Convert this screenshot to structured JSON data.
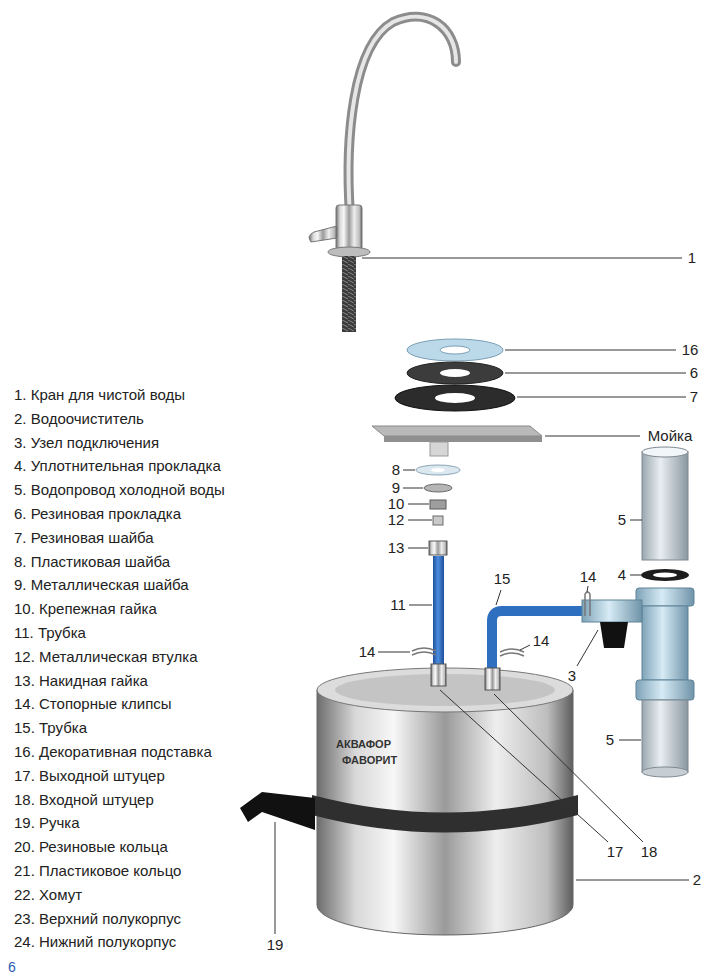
{
  "diagram": {
    "labels": [
      "1. Кран для чистой воды",
      "2. Водоочиститель",
      "3. Узел подключения",
      "4. Уплотнительная прокладка",
      "5. Водопровод холодной воды",
      "6. Резиновая прокладка",
      "7. Резиновая шайба",
      "8. Пластиковая шайба",
      "9. Металлическая шайба",
      "10. Крепежная гайка",
      "11. Трубка",
      "12. Металлическая втулка",
      "13. Накидная гайка",
      "14. Стопорные клипсы",
      "15. Трубка",
      "16. Декоративная подставка",
      "17. Выходной штуцер",
      "18. Входной штуцер",
      "19. Ручка",
      "20. Резиновые кольца",
      "21. Пластиковое кольцо",
      "22. Хомут",
      "23. Верхний полукорпус",
      "24. Нижний полукорпус",
      "1",
      "16",
      "6",
      "7",
      "Мойка",
      "5",
      "4",
      "8",
      "9",
      "10",
      "12",
      "13",
      "15",
      "14",
      "11",
      "14",
      "14",
      "3",
      "5",
      "17",
      "18",
      "2",
      "19",
      "АКВАФОР",
      "ФАВОРИТ",
      "6"
    ]
  }
}
